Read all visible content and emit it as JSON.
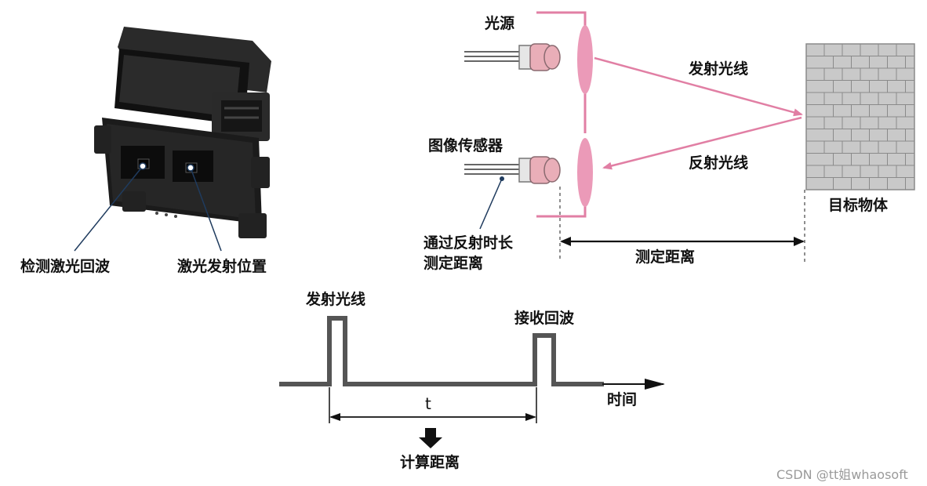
{
  "colors": {
    "beam": "#e17fa4",
    "lens": "#eb9ab8",
    "bracket": "#e17fa4",
    "wall_bg": "#c9c9c9",
    "wall_mortar": "#8a8a8a",
    "pulse_line": "#555555",
    "device_body": "#1f1f1f"
  },
  "icons": {
    "device": "lidar-sensor-module",
    "light_source": "led-light-source",
    "image_sensor": "photo-sensor",
    "lens_top": "lens",
    "lens_bottom": "lens",
    "target": "brick-wall",
    "result_arrow": "down-arrow"
  },
  "labels": {
    "detect_echo": "检测激光回波",
    "emit_position": "激光发射位置",
    "light_source": "光源",
    "image_sensor": "图像传感器",
    "emitted_ray": "发射光线",
    "reflected_ray": "反射光线",
    "target_object": "目标物体",
    "measure_by_time_line1": "通过反射时长",
    "measure_by_time_line2": "测定距离",
    "measured_distance": "测定距离",
    "pulse_emit": "发射光线",
    "pulse_receive": "接收回波",
    "time_symbol": "t",
    "time_axis": "时间",
    "compute_distance": "计算距离"
  },
  "watermark": "CSDN @tt姐whaosoft"
}
